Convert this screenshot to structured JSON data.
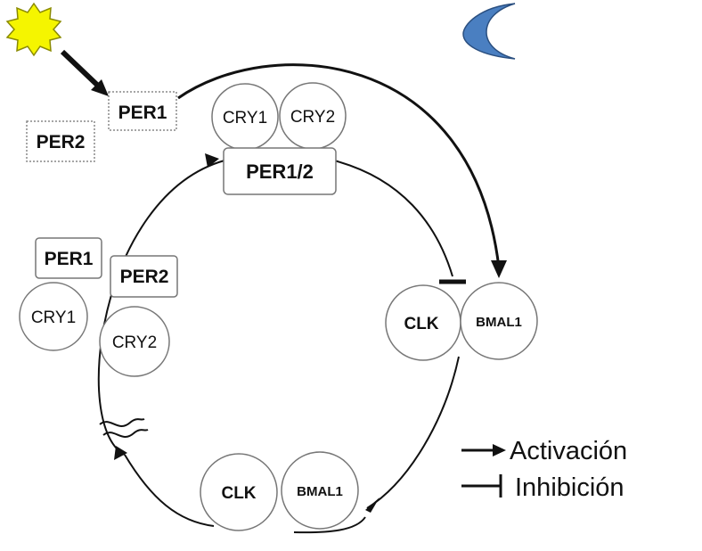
{
  "diagram": {
    "labels": {
      "per1_light": "PER1",
      "per2_light": "PER2",
      "cry1_top": "CRY1",
      "cry2_top": "CRY2",
      "per12_complex": "PER1/2",
      "per1_left": "PER1",
      "per2_left": "PER2",
      "cry1_left": "CRY1",
      "cry2_left": "CRY2",
      "clk_right": "CLK",
      "bmal1_right": "BMAL1",
      "clk_bottom": "CLK",
      "bmal1_bottom": "BMAL1"
    },
    "legend": {
      "activation": "Activación",
      "inhibition": "Inhibición"
    },
    "colors": {
      "sun_fill": "#f5f500",
      "sun_stroke": "#8a8a00",
      "moon_fill": "#4a7fc1",
      "moon_stroke": "#2a4f80",
      "line": "#111111",
      "shape_stroke": "#777777"
    },
    "icons": [
      "sun-icon",
      "moon-icon"
    ]
  }
}
